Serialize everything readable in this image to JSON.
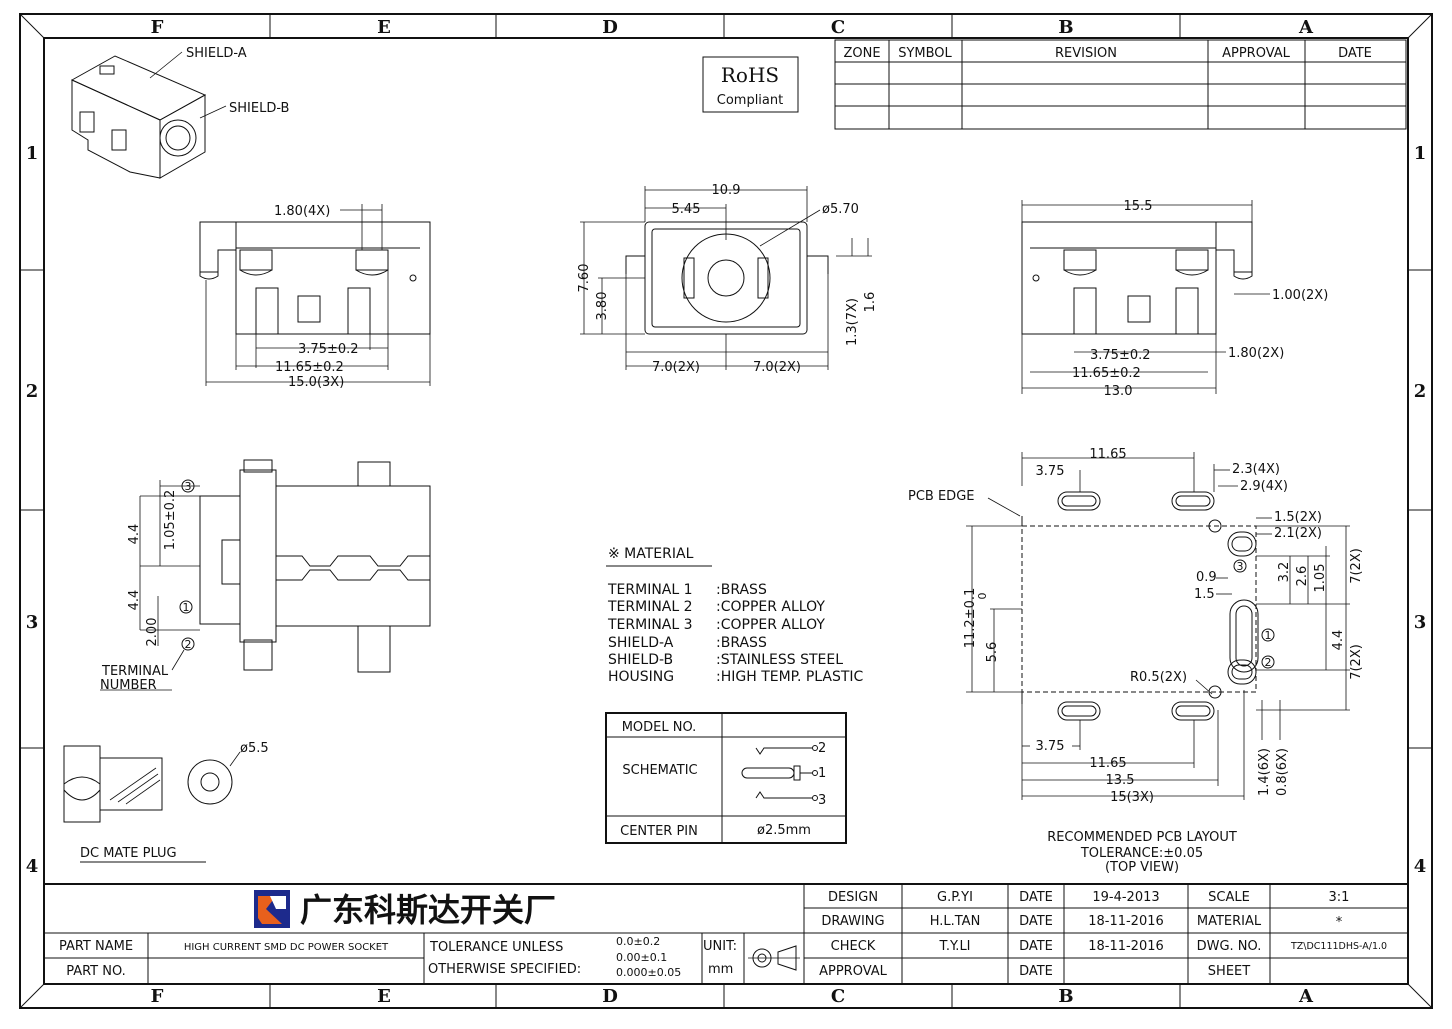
{
  "zones": {
    "letters": [
      "F",
      "E",
      "D",
      "C",
      "B",
      "A"
    ],
    "numbers": [
      "1",
      "2",
      "3",
      "4"
    ]
  },
  "revision_table": {
    "headers": [
      "ZONE",
      "SYMBOL",
      "REVISION",
      "APPROVAL",
      "DATE"
    ]
  },
  "rohs": {
    "line1": "RoHS",
    "line2": "Compliant"
  },
  "iso_view": {
    "shield_a": "SHIELD-A",
    "shield_b": "SHIELD-B"
  },
  "front_view": {
    "pin_pitch": "1.80(4X)",
    "dim_3_75": "3.75±0.2",
    "dim_11_65": "11.65±0.2",
    "dim_15_0": "15.0(3X)"
  },
  "end_view": {
    "width": "10.9",
    "half_width": "5.45",
    "bore": "ø5.70",
    "height": "7.60",
    "center_height": "3.80",
    "leg_left": "7.0(2X)",
    "leg_right": "7.0(2X)",
    "pin_13": "1.3(7X)",
    "pin_16": "1.6"
  },
  "rear_view": {
    "width": "15.5",
    "pin_100": "1.00(2X)",
    "pin_180": "1.80(2X)",
    "dim_3_75": "3.75±0.2",
    "dim_11_65": "11.65±0.2",
    "dim_13_0": "13.0"
  },
  "top_view": {
    "dim_105": "1.05±0.2",
    "dim_44a": "4.4",
    "dim_44b": "4.4",
    "dim_200": "2.00",
    "pin3": "3",
    "pin1": "1",
    "pin2": "2",
    "terminal_line1": "TERMINAL",
    "terminal_line2": "NUMBER"
  },
  "mate_plug": {
    "dia": "ø5.5",
    "label": "DC MATE PLUG"
  },
  "material": {
    "title": "※ MATERIAL",
    "rows": [
      {
        "part": "TERMINAL 1",
        "material": ":BRASS"
      },
      {
        "part": "TERMINAL 2",
        "material": ":COPPER ALLOY"
      },
      {
        "part": "TERMINAL 3",
        "material": ":COPPER ALLOY"
      },
      {
        "part": "SHIELD-A",
        "material": ":BRASS"
      },
      {
        "part": "SHIELD-B",
        "material": ":STAINLESS STEEL"
      },
      {
        "part": "HOUSING",
        "material": ":HIGH TEMP. PLASTIC"
      }
    ]
  },
  "model_table": {
    "model_no": "MODEL NO.",
    "schematic": "SCHEMATIC",
    "center_pin": "CENTER PIN",
    "center_pin_value": "ø2.5mm",
    "pins": [
      "2",
      "1",
      "3"
    ]
  },
  "pcb_layout": {
    "pcb_edge": "PCB EDGE",
    "d1165_top": "11.65",
    "d375_top": "3.75",
    "d23": "2.3(4X)",
    "d29": "2.9(4X)",
    "d15_2x": "1.5(2X)",
    "d21_2x": "2.1(2X)",
    "d09": "0.9",
    "d15": "1.5",
    "d32": "3.2",
    "d26": "2.6",
    "d105": "1.05",
    "d7_2x_a": "7(2X)",
    "d44": "4.4",
    "d7_2x_b": "7(2X)",
    "d112": "11.2±0.1",
    "d112b": "0",
    "d56": "5.6",
    "r05": "R0.5(2X)",
    "d375_bot": "3.75",
    "d1165_bot": "11.65",
    "d135": "13.5",
    "d15_3x": "15(3X)",
    "d14_6x": "1.4(6X)",
    "d08_6x": "0.8(6X)",
    "pin3": "3",
    "pin1": "1",
    "pin2": "2",
    "caption1": "RECOMMENDED PCB LAYOUT",
    "caption2": "TOLERANCE:±0.05",
    "caption3": "(TOP VIEW)"
  },
  "title_block": {
    "company": "广东科斯达开关厂",
    "part_name_label": "PART NAME",
    "part_name_value": "HIGH CURRENT SMD DC POWER SOCKET",
    "part_no_label": "PART NO.",
    "tol_line1": "TOLERANCE UNLESS",
    "tol_line2": "OTHERWISE SPECIFIED:",
    "tol_v1": "0.0±0.2",
    "tol_v2": "0.00±0.1",
    "tol_v3": "0.000±0.05",
    "unit_label": "UNIT:",
    "unit_value": "mm",
    "design": "DESIGN",
    "design_name": "G.P.YI",
    "drawing": "DRAWING",
    "drawing_name": "H.L.TAN",
    "check": "CHECK",
    "check_name": "T.Y.LI",
    "approval": "APPROVAL",
    "date_label": "DATE",
    "date_design": "19-4-2013",
    "date_drawing": "18-11-2016",
    "date_check": "18-11-2016",
    "scale_label": "SCALE",
    "scale_value": "3:1",
    "material_label": "MATERIAL",
    "material_value": "*",
    "dwg_no_label": "DWG. NO.",
    "dwg_no_value": "TZ\\DC111DHS-A/1.0",
    "sheet_label": "SHEET"
  }
}
